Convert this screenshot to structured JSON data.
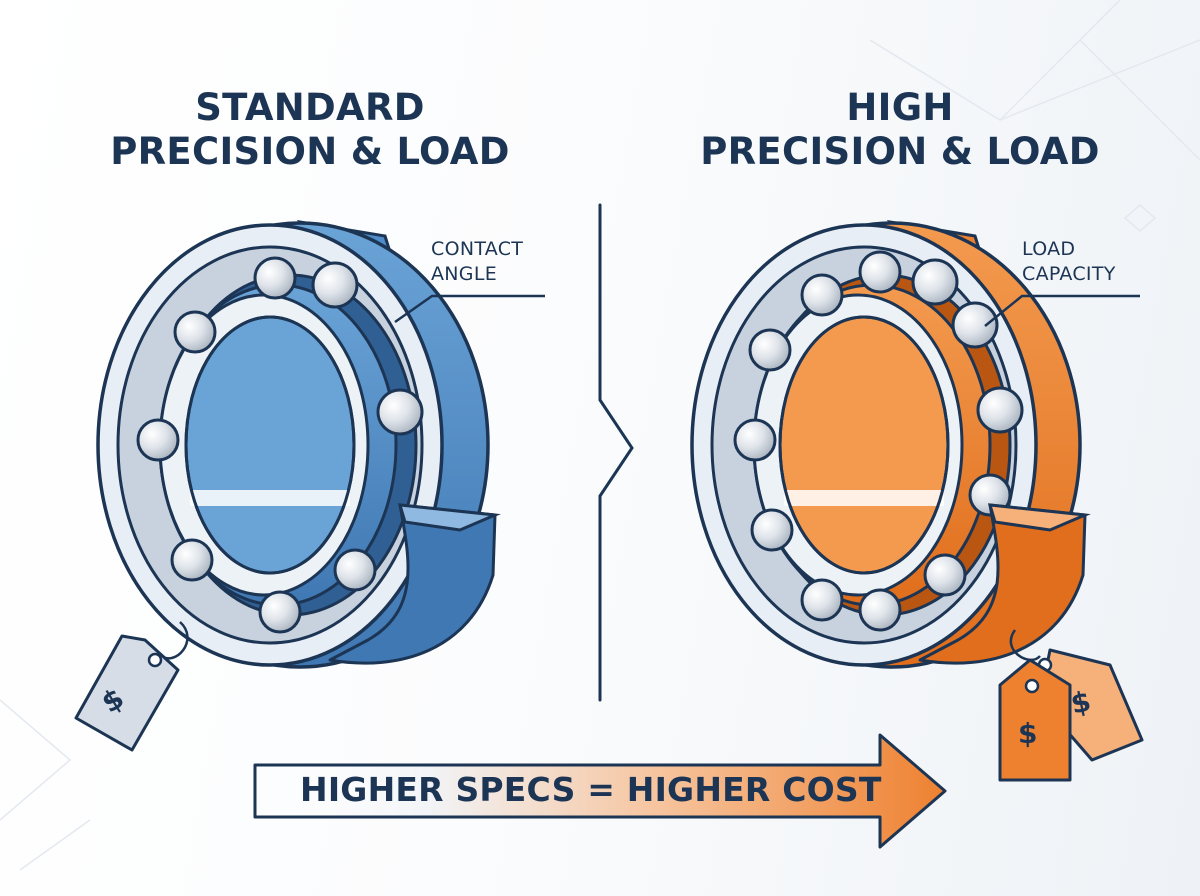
{
  "left_panel": {
    "title_lines": [
      "STANDARD",
      "PRECISION & LOAD"
    ],
    "callout_lines": [
      "CONTACT",
      "ANGLE"
    ],
    "price_tag_symbol": "$",
    "ring_color": "#4f8cc9"
  },
  "right_panel": {
    "title_lines": [
      "HIGH",
      "PRECISION & LOAD"
    ],
    "callout_lines": [
      "LOAD",
      "CAPACITY"
    ],
    "price_tag_symbols": [
      "$",
      "$"
    ],
    "ring_color": "#ee8130"
  },
  "bottom_banner": {
    "text": "HIGHER SPECS = HIGHER COST"
  },
  "colors": {
    "outline": "#1d3554",
    "blue_accent": "#4f8cc9",
    "orange_accent": "#ee8130",
    "steel": "#e2e8ef"
  }
}
